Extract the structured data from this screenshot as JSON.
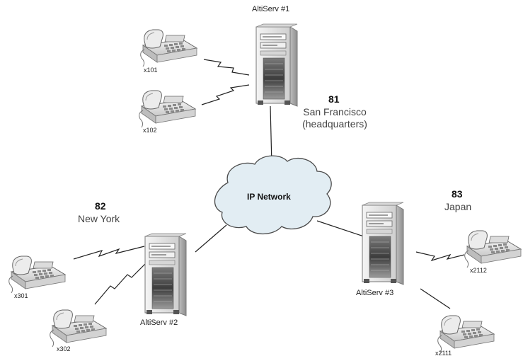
{
  "servers": [
    {
      "id": "1",
      "label": "AltiServ #1"
    },
    {
      "id": "2",
      "label": "AltiServ #2"
    },
    {
      "id": "3",
      "label": "AltiServ #3"
    }
  ],
  "sites": [
    {
      "code": "81",
      "name": "San Francisco",
      "note": "(headquarters)"
    },
    {
      "code": "82",
      "name": "New York"
    },
    {
      "code": "83",
      "name": "Japan"
    }
  ],
  "network": {
    "label": "IP Network"
  },
  "phones": [
    "x101",
    "x102",
    "x301",
    "x302",
    "x2112",
    "x2111"
  ],
  "colors": {
    "cloud_fill": "#e2edf3",
    "cloud_stroke": "#4a4a4a",
    "line": "#222222",
    "server_body": "#e4e4e4"
  }
}
